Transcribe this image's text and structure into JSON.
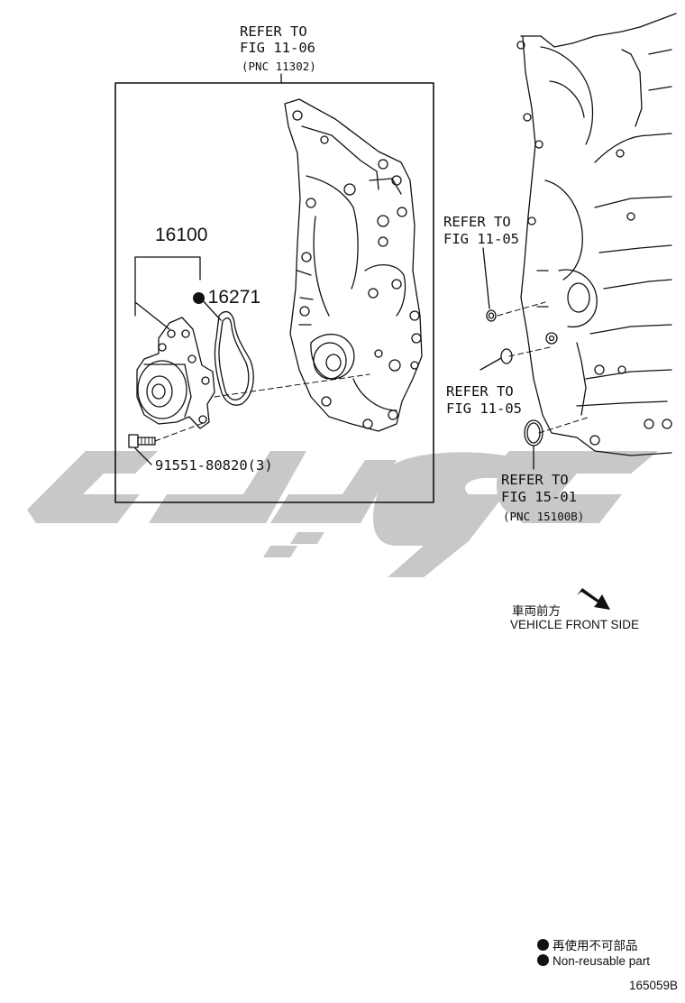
{
  "callouts": {
    "top_refer": [
      "REFER TO",
      "FIG 11-06",
      "(PNC 11302)"
    ],
    "refer_a": [
      "REFER TO",
      "FIG 11-05"
    ],
    "refer_b": [
      "REFER TO",
      "FIG 11-05"
    ],
    "refer_c": [
      "REFER TO",
      "FIG 15-01",
      "(PNC 15100B)"
    ]
  },
  "parts": {
    "assembly": "16100",
    "gasket": "16271",
    "bolt": "91551-80820(3)"
  },
  "direction": {
    "jp": "車両前方",
    "en": "VEHICLE FRONT SIDE"
  },
  "legend": {
    "jp": "再使用不可部品",
    "en": "Non-reusable part"
  },
  "figure_id": "165059B",
  "colors": {
    "line": "#111111",
    "watermark": "#c8c8c8"
  },
  "icons": [
    "front-arrow-icon",
    "non-reusable-dot-icon"
  ]
}
